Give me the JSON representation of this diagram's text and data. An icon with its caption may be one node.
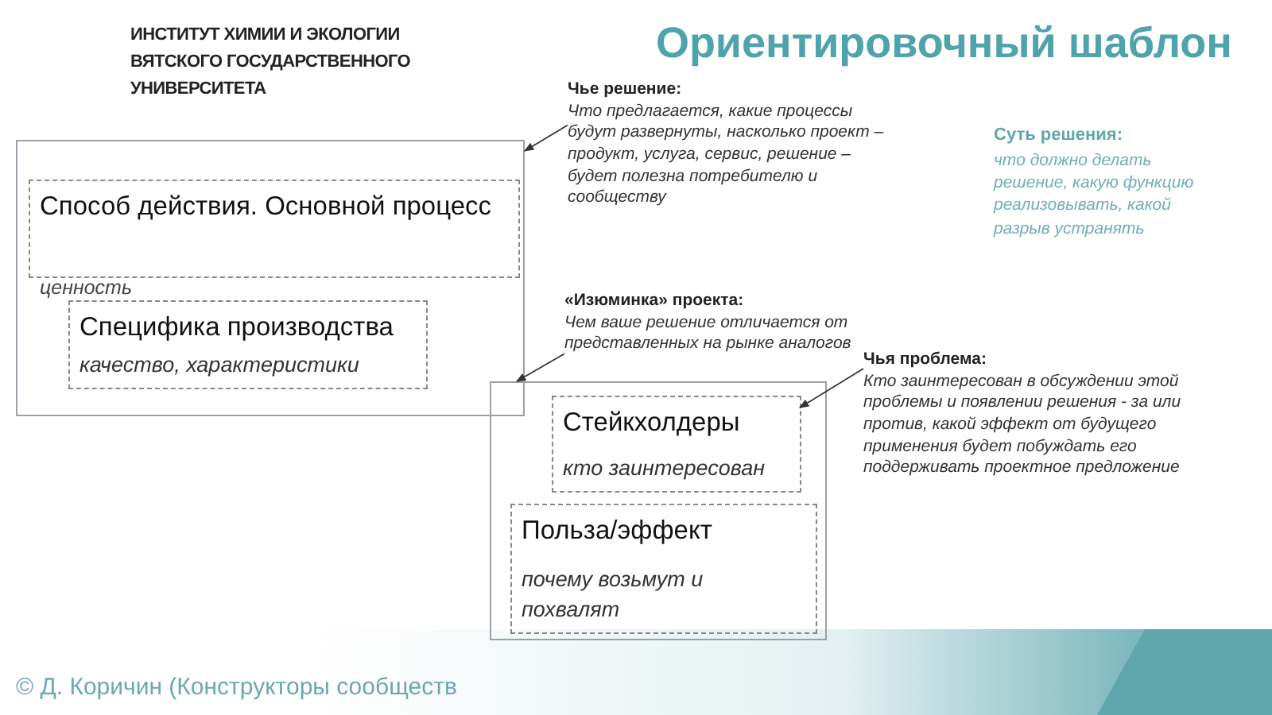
{
  "diagram": {
    "title": "Ориентировочный шаблон",
    "nodes": [
      {
        "text": [],
        "shape": "box"
      },
      {
        "text": [
          "Способ действия. Основной процесс"
        ],
        "in": 0
      },
      {
        "text": [
          "Специфика производства",
          "качество, характеристики"
        ],
        "in": 0
      },
      {
        "text": [],
        "shape": "box"
      },
      {
        "text": [
          "Стейкхолдеры",
          "кто заинтересован"
        ],
        "in": 3
      },
      {
        "text": [
          "Польза/эффект",
          "почему возьмут и похвалят"
        ],
        "in": 3
      },
      {
        "text": [
          "Чье решение:",
          "Что предлагается, какие процессы будут развернуты, насколько проект – продукт, услуга, сервис, решение – будет полезна потребителю и сообществу"
        ]
      },
      {
        "text": [
          "«Изюминка» проекта:",
          "Чем ваше решение отличается от представленных на рынке аналогов"
        ]
      },
      {
        "text": [
          "Чья проблема:",
          "Кто заинтересован в обсуждении этой проблемы и появлении решения - за или против, какой эффект от будущего применения будет побуждать его поддерживать проектное предложение"
        ]
      }
    ],
    "edges": [
      {
        "from": 6,
        "to": 0,
        "arrow": "to"
      },
      {
        "from": 7,
        "to": 3,
        "arrow": "to"
      },
      {
        "from": 8,
        "to": 4,
        "arrow": "to"
      }
    ],
    "labels": [
      "ИНСТИТУТ ХИМИИ И ЭКОЛОГИИ ВЯТСКОГО ГОСУДАРСТВЕННОГО УНИВЕРСИТЕТА",
      "ценность",
      "Суть решения:",
      "что должно делать решение, какую функцию реализовывать, какой разрыв устранять",
      "© Д. Коричин (Конструкторы сообществ"
    ]
  }
}
